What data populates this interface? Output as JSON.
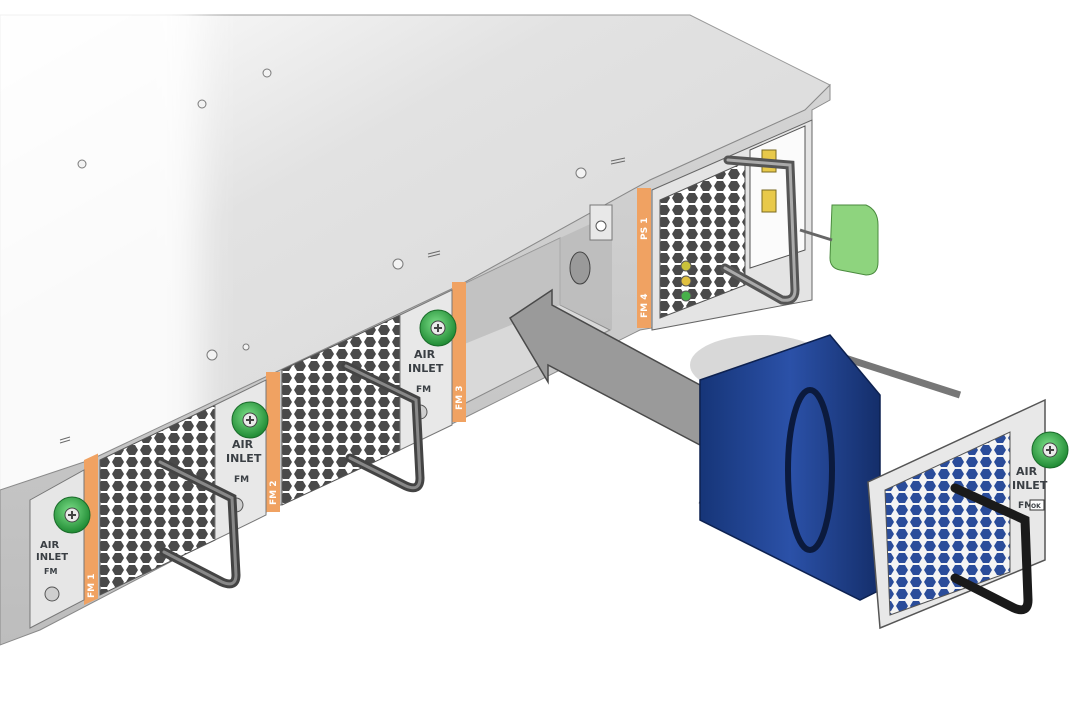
{
  "module_label": {
    "air": "AIR",
    "inlet": "INLET",
    "fm": "FM",
    "ok": "OK"
  },
  "slots": [
    {
      "id": "slot-fm1",
      "label": "FM 1"
    },
    {
      "id": "slot-fm2",
      "label": "FM 2"
    },
    {
      "id": "slot-fm3",
      "label": "FM 3"
    },
    {
      "id": "slot-ps1",
      "label": "PS 1"
    },
    {
      "id": "slot-fm4",
      "label": "FM 4"
    }
  ],
  "colors": {
    "chassis_top": "#dcdcdc",
    "chassis_face": "#c9c9c9",
    "slot_strip": "#f0a262",
    "thumbscrew": "#35b24a",
    "fan_body": "#1f3f8f",
    "psu_latch": "#8ed47e",
    "arrow": "#9a9a9a"
  },
  "icons": [
    "thumbscrew-icon",
    "ok-indicator-icon",
    "warning-indicator-icon",
    "ac-indicator-icon",
    "direction-arrow-icon"
  ]
}
